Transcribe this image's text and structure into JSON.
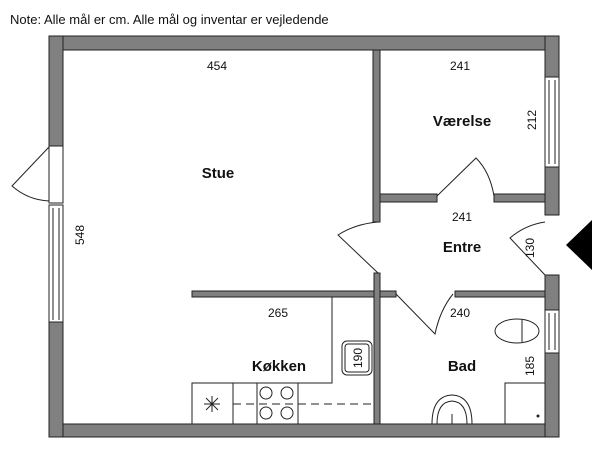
{
  "note": "Note: Alle mål er cm. Alle mål og inventar er vejledende",
  "rooms": {
    "stue": {
      "name": "Stue",
      "width": "454",
      "depth": "548"
    },
    "vaerelse": {
      "name": "Værelse",
      "width": "241",
      "depth": "212"
    },
    "entre": {
      "name": "Entre",
      "width": "241",
      "depth": "130"
    },
    "koekken": {
      "name": "Køkken",
      "width": "265",
      "depth": "190"
    },
    "bad": {
      "name": "Bad",
      "width": "240",
      "depth": "185"
    }
  },
  "colors": {
    "wall": "#808080",
    "entrance_arrow": "#000000"
  }
}
